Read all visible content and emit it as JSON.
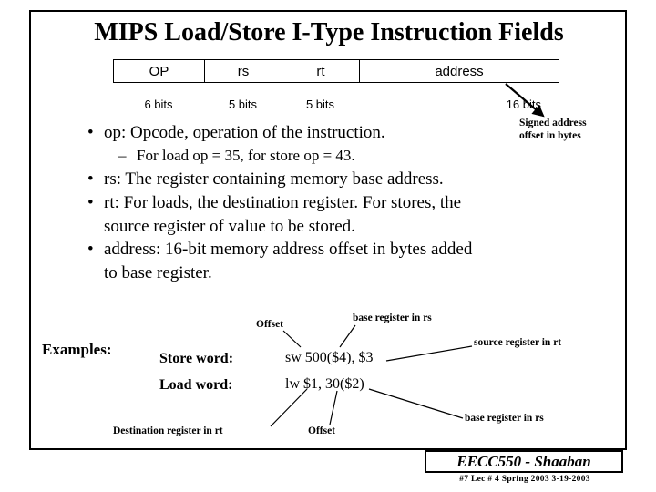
{
  "title": "MIPS Load/Store I-Type Instruction Fields",
  "fields": {
    "headers": [
      "OP",
      "rs",
      "rt",
      "address"
    ],
    "bits": [
      "6 bits",
      "5 bits",
      "5 bits",
      "16  bits"
    ]
  },
  "annotations": {
    "signed_address": "Signed address",
    "offset_in_bytes": "offset in bytes",
    "offset_top": "Offset",
    "base_register_rs_top": "base register in rs",
    "source_register_rt": "source register in rt",
    "destination_register_rt": "Destination register in rt",
    "offset_bottom": "Offset",
    "base_register_rs_bottom": "base register in rs"
  },
  "bullets": {
    "bullet_char": "•",
    "dash_char": "–",
    "op": "op: Opcode, operation of the instruction.",
    "op_sub": "For load op = 35,  for store op = 43.",
    "rs": "rs: The register containing memory base address.",
    "rt_line1": "rt: For loads, the destination register.  For stores, the",
    "rt_line2": "source register of value to be stored.",
    "address_line1": "address:  16-bit memory address offset in bytes added",
    "address_line2": "to base register."
  },
  "examples": {
    "label": "Examples:",
    "store_label": "Store word:",
    "store_code": "sw  500($4), $3",
    "load_label": "Load word:",
    "load_code": "lw $1, 30($2)"
  },
  "footer": {
    "title": "EECC550 - Shaaban",
    "subtitle": "#7   Lec # 4   Spring 2003   3-19-2003"
  }
}
